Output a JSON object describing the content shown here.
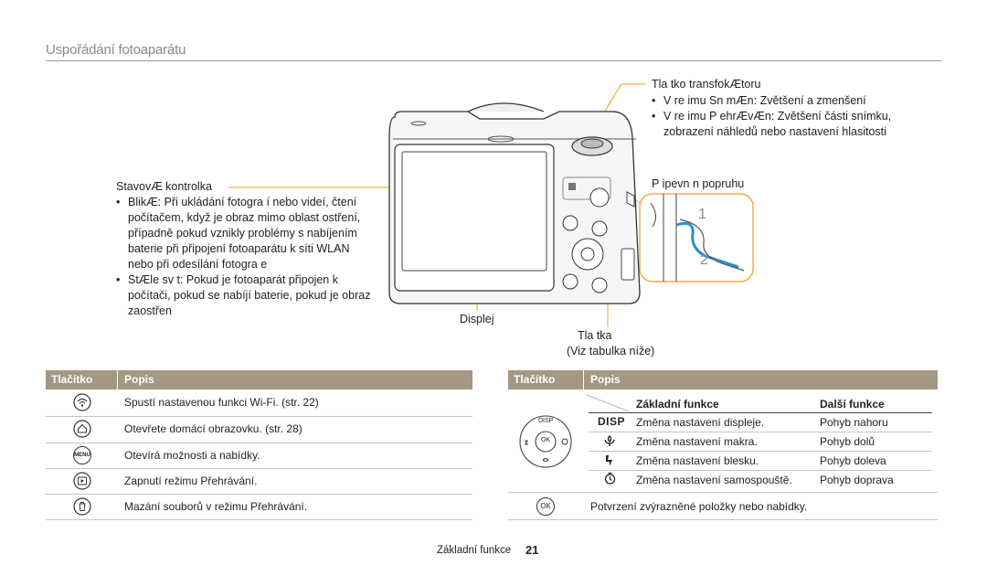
{
  "header": {
    "title": "Uspořádání fotoaparátu"
  },
  "callouts": {
    "zoom": {
      "title": "Tla  tko transfokÆtoru",
      "items": [
        "V re imu Sn mÆn: Zvětšení a zmenšení",
        "V re imu P ehrÆvÆn: Zvětšení části snímku,",
        "zobrazení náhledů nebo nastavení hlasitosti"
      ]
    },
    "strap": {
      "title": "P ipevn n  popruhu"
    },
    "lamp": {
      "title": "StavovÆ kontrolka",
      "items": [
        "BlikÆ: Při ukládání fotogra  í nebo videí, čtení",
        "počítačem, když je obraz mimo oblast ostření,",
        "případně pokud vznikly problémy s nabíjením",
        "baterie při připojení fotoaparátu k síti WLAN",
        "nebo při odesílání fotogra  e",
        "StÆle sv  t: Pokud je fotoaparát připojen k",
        "počítači, pokud se nabíjí baterie, pokud je obraz",
        "zaostřen"
      ]
    },
    "display": {
      "title": "Displej"
    },
    "buttons": {
      "title": "Tla  tka",
      "note": "(Viz tabulka níže)"
    }
  },
  "strap_steps": [
    "1",
    "2"
  ],
  "left_table": {
    "headers": [
      "Tlačítko",
      "Popis"
    ],
    "rows": [
      {
        "icon": "wifi-icon",
        "desc": "Spustí nastavenou funkci Wi-Fi. (str. 22)"
      },
      {
        "icon": "home-icon",
        "desc": "Otevřete domácí obrazovku. (str. 28)"
      },
      {
        "icon": "menu-icon",
        "icon_text": "MENU",
        "desc": "Otevírá možnosti a nabídky."
      },
      {
        "icon": "playback-icon",
        "desc": "Zapnutí režimu Přehrávání."
      },
      {
        "icon": "delete-icon",
        "desc": "Mazání souborů v režimu Přehrávání."
      }
    ]
  },
  "right_table": {
    "headers": [
      "Tlačítko",
      "Popis"
    ],
    "sub_headers": [
      "Základní funkce",
      "Další funkce"
    ],
    "dial": {
      "top": "DISP",
      "center": "OK"
    },
    "rows": [
      {
        "icon": "disp-icon",
        "icon_text": "DISP",
        "basic": "Změna nastavení displeje.",
        "extra": "Pohyb nahoru"
      },
      {
        "icon": "macro-icon",
        "basic": "Změna nastavení makra.",
        "extra": "Pohyb dolů"
      },
      {
        "icon": "flash-icon",
        "basic": "Změna nastavení blesku.",
        "extra": "Pohyb doleva"
      },
      {
        "icon": "timer-icon",
        "basic": "Změna nastavení samospouště.",
        "extra": "Pohyb doprava"
      }
    ],
    "ok_row": {
      "icon_text": "OK",
      "desc": "Potvrzení zvýrazněné položky nebo nabídky."
    }
  },
  "footer": {
    "label": "Základní funkce",
    "page": "21"
  },
  "colors": {
    "accent": "#f39c1a",
    "table_header": "#a49784",
    "rule": "#c9c4bc"
  }
}
